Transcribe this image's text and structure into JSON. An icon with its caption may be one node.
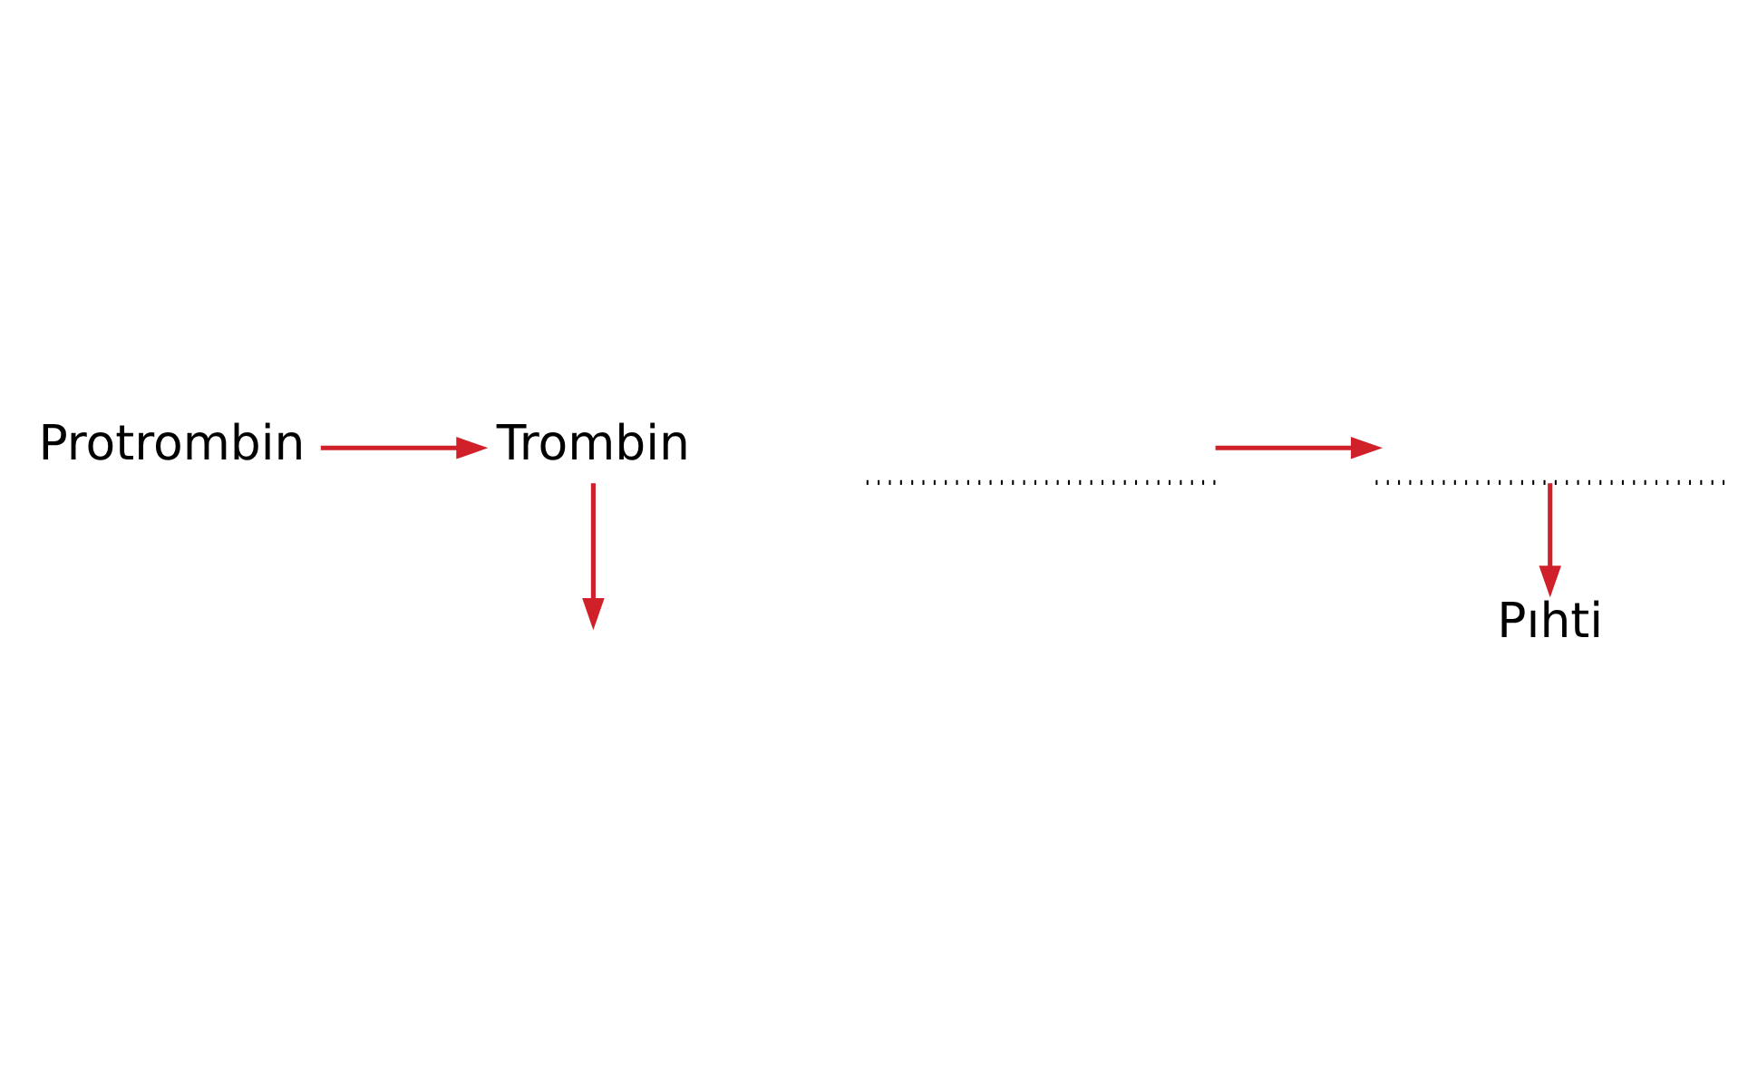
{
  "diagram": {
    "nodes": [
      {
        "text": [
          "Protrombin"
        ]
      },
      {
        "text": [
          "Trombin"
        ]
      },
      {
        "text": [],
        "shape": "line"
      },
      {
        "text": [],
        "shape": "line"
      },
      {
        "text": [
          "Pıhti"
        ]
      }
    ],
    "edges": [
      {
        "from": 0,
        "to": 1,
        "arrow": "to"
      },
      {
        "from": 1,
        "to": null,
        "arrow": "to"
      },
      {
        "from": 2,
        "to": 3,
        "arrow": "to"
      },
      {
        "from": 3,
        "to": 4,
        "arrow": "to"
      }
    ]
  }
}
